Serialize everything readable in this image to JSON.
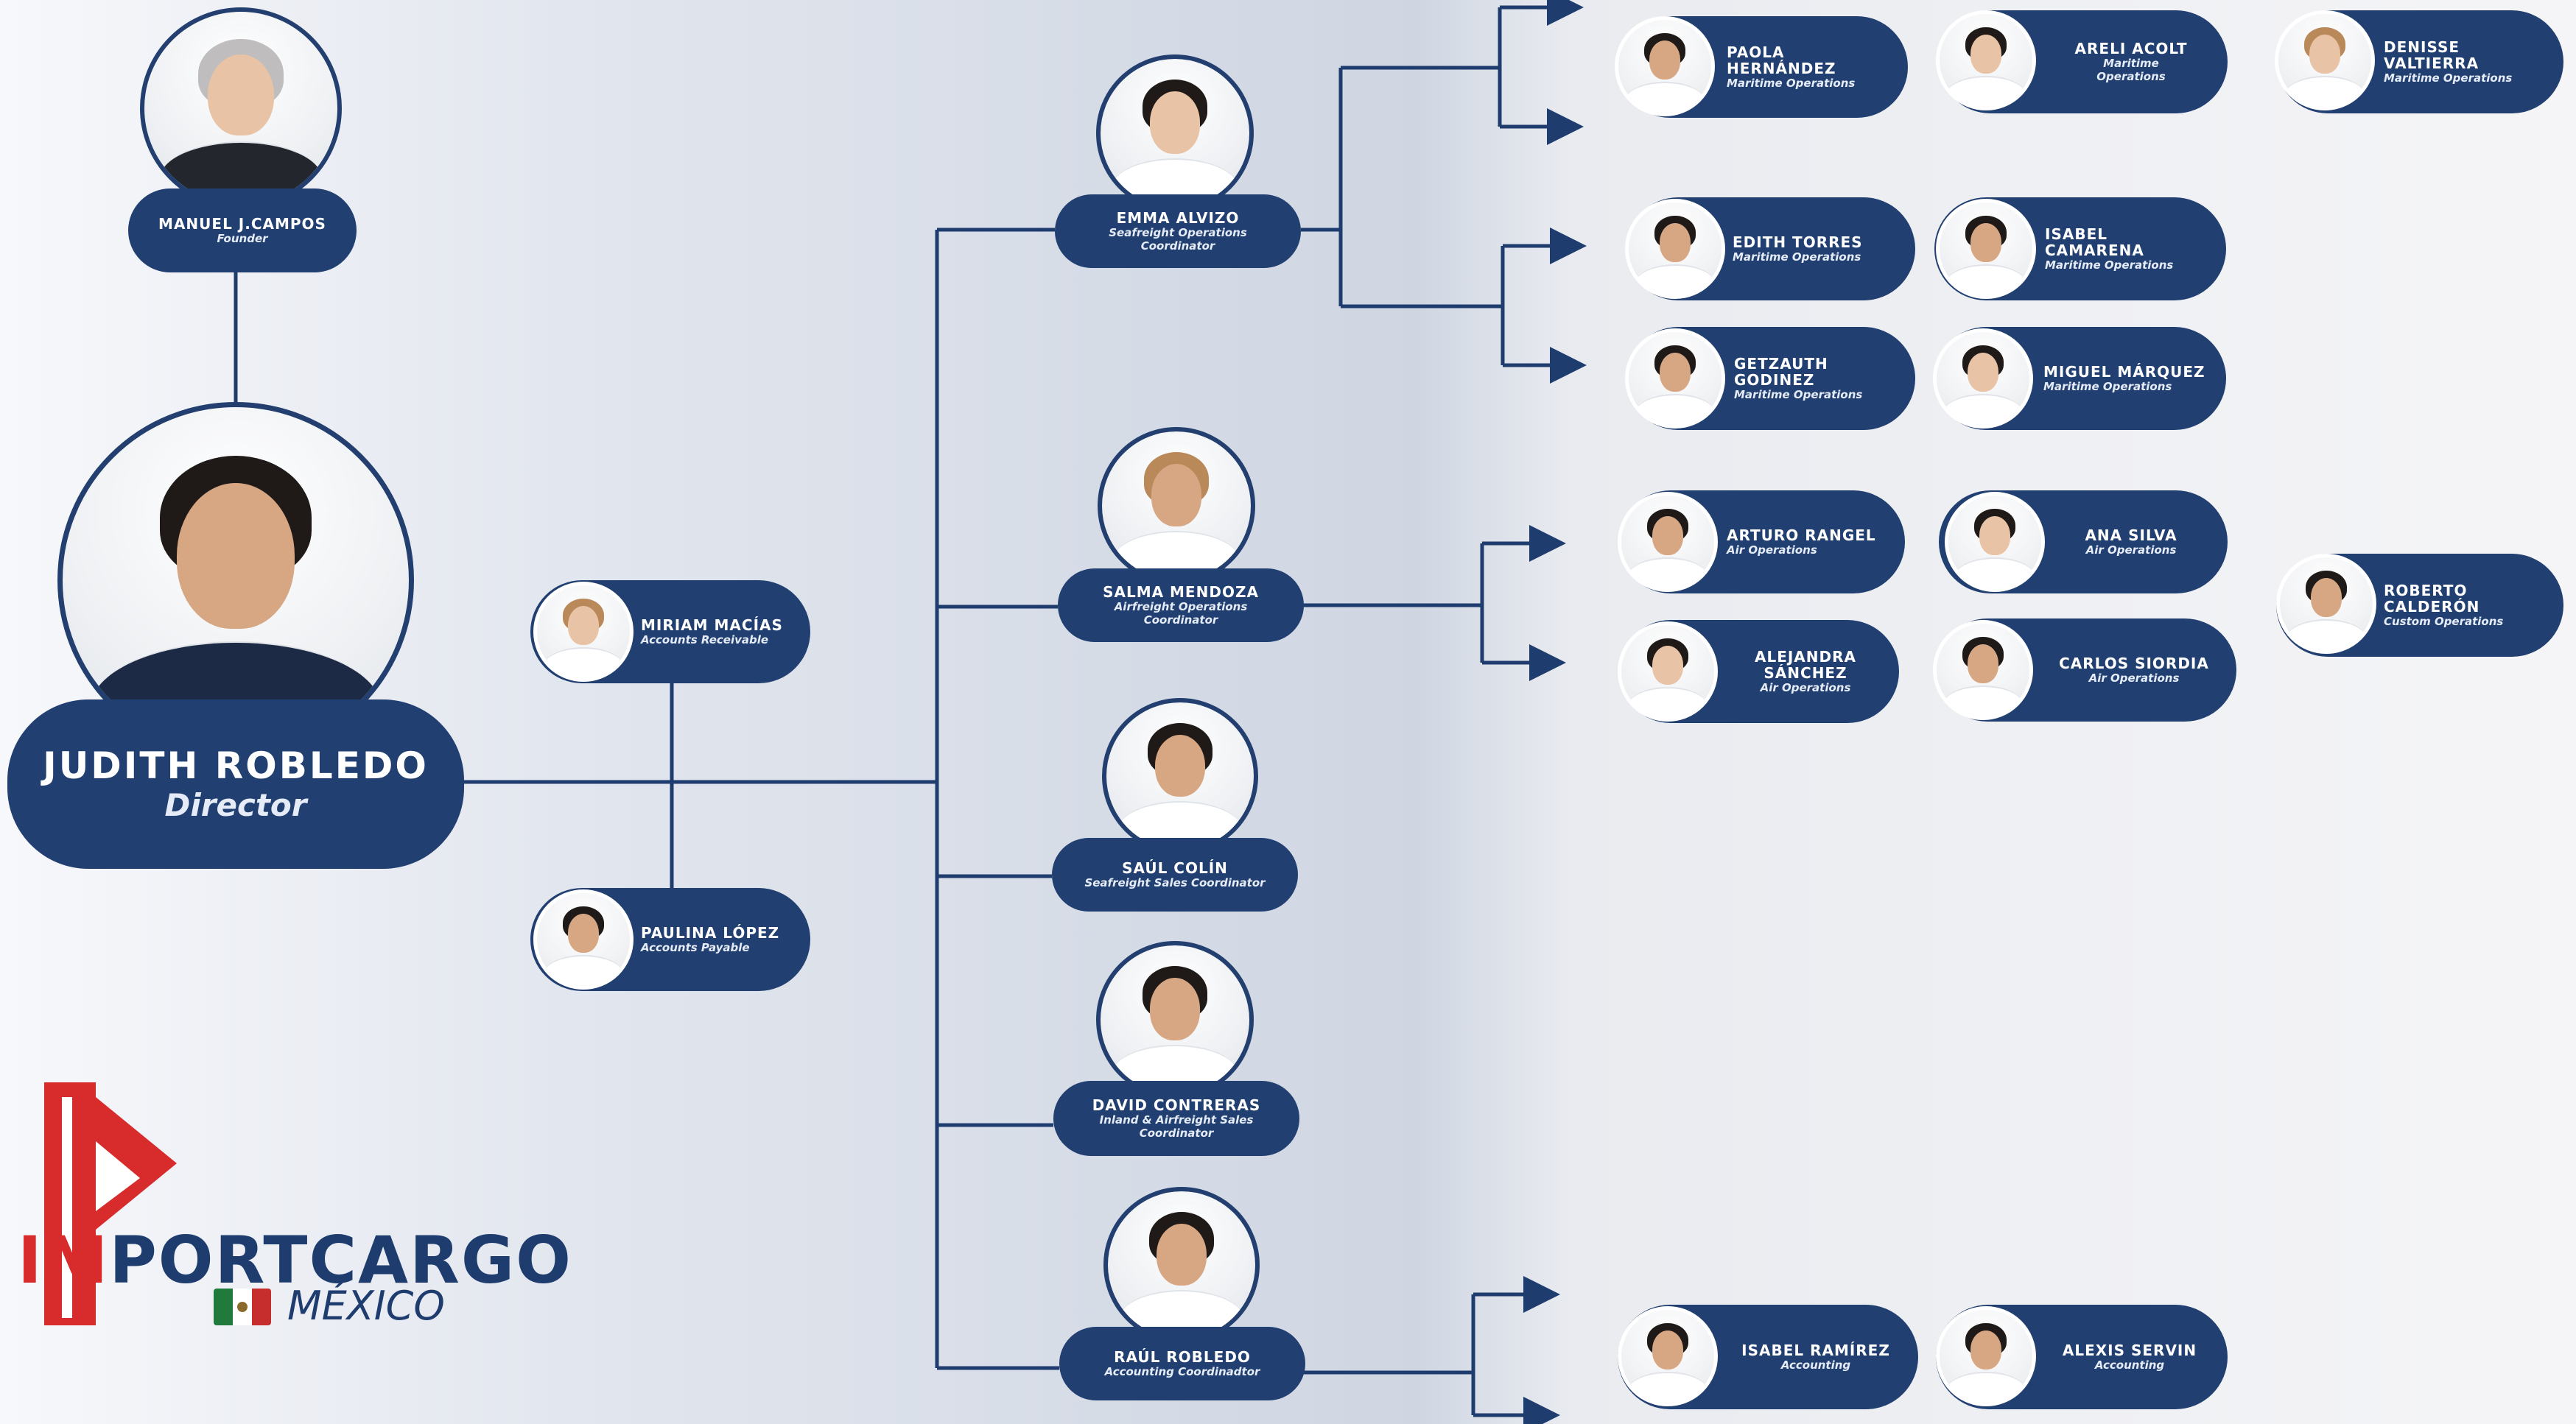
{
  "founder": {
    "name": "MANUEL J.CAMPOS",
    "role": "Founder"
  },
  "director": {
    "name": "JUDITH ROBLEDO",
    "role": "Director"
  },
  "accounts": [
    {
      "name": "MIRIAM MACÍAS",
      "role": "Accounts Receivable"
    },
    {
      "name": "PAULINA LÓPEZ",
      "role": "Accounts Payable"
    }
  ],
  "coordinators": [
    {
      "name": "EMMA ALVIZO",
      "role": "Seafreight Operations Coordinator"
    },
    {
      "name": "SALMA MENDOZA",
      "role": "Airfreight Operations Coordinator"
    },
    {
      "name": "SAÚL COLÍN",
      "role": "Seafreight Sales Coordinator"
    },
    {
      "name": "DAVID CONTRERAS",
      "role": "Inland & Airfreight Sales Coordinator"
    },
    {
      "name": "RAÚL ROBLEDO",
      "role": "Accounting Coordinadtor"
    }
  ],
  "staff": [
    {
      "name": "PAOLA HERNÁNDEZ",
      "role": "Maritime Operations"
    },
    {
      "name": "ARELI ACOLT",
      "role": "Maritime Operations"
    },
    {
      "name": "DENISSE VALTIERRA",
      "role": "Maritime Operations"
    },
    {
      "name": "EDITH TORRES",
      "role": "Maritime Operations"
    },
    {
      "name": "ISABEL CAMARENA",
      "role": "Maritime Operations"
    },
    {
      "name": "GETZAUTH GODINEZ",
      "role": "Maritime Operations"
    },
    {
      "name": "MIGUEL MÁRQUEZ",
      "role": "Maritime Operations"
    },
    {
      "name": "ARTURO RANGEL",
      "role": "Air Operations"
    },
    {
      "name": "ANA SILVA",
      "role": "Air Operations"
    },
    {
      "name": "ROBERTO CALDERÓN",
      "role": "Custom Operations"
    },
    {
      "name": "ALEJANDRA SÁNCHEZ",
      "role": "Air Operations"
    },
    {
      "name": "CARLOS SIORDIA",
      "role": "Air Operations"
    },
    {
      "name": "ISABEL RAMÍREZ",
      "role": "Accounting"
    },
    {
      "name": "ALEXIS SERVIN",
      "role": "Accounting"
    }
  ],
  "logo": {
    "brand_im": "IM",
    "brand_rest": "PORTCARGO",
    "country": "MÉXICO"
  },
  "colors": {
    "navy": "#213f70",
    "red": "#d82b2b",
    "flag_green": "#1f7a3c",
    "flag_red": "#c62d2d"
  }
}
